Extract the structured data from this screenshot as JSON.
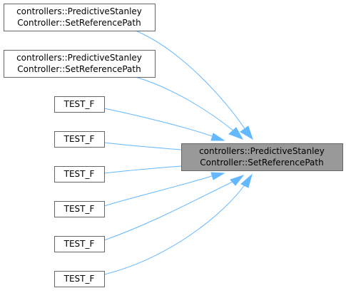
{
  "diagram": {
    "target": {
      "lines": [
        "controllers::PredictiveStanley",
        "Controller::SetReferencePath"
      ]
    },
    "callers": [
      {
        "lines": [
          "controllers::PredictiveStanley",
          "Controller::SetReferencePath"
        ]
      },
      {
        "lines": [
          "controllers::PredictiveStanley",
          "Controller::SetReferencePath"
        ]
      },
      {
        "lines": [
          "TEST_F"
        ]
      },
      {
        "lines": [
          "TEST_F"
        ]
      },
      {
        "lines": [
          "TEST_F"
        ]
      },
      {
        "lines": [
          "TEST_F"
        ]
      },
      {
        "lines": [
          "TEST_F"
        ]
      },
      {
        "lines": [
          "TEST_F"
        ]
      }
    ],
    "colors": {
      "edge": "#63b8ff",
      "target_fill": "#999999",
      "node_fill": "#ffffff",
      "node_border": "#666666"
    }
  }
}
